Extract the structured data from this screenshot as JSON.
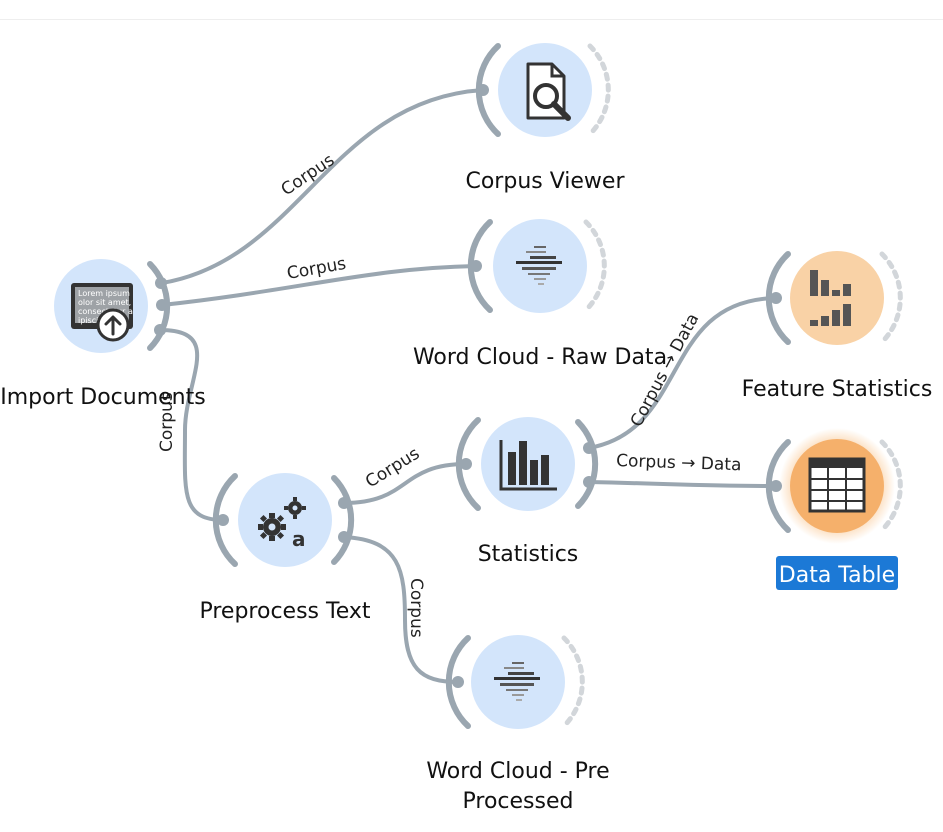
{
  "nodes": {
    "import_documents": {
      "label": "Import Documents",
      "icon": "import-documents-icon",
      "icon_text": [
        "Lorem ipsum",
        "olor sit amet,",
        "consectetur a",
        "ipiscing"
      ]
    },
    "corpus_viewer": {
      "label": "Corpus Viewer",
      "icon": "document-search-icon"
    },
    "word_cloud_raw": {
      "label": "Word Cloud - Raw Data",
      "icon": "word-cloud-icon"
    },
    "preprocess_text": {
      "label": "Preprocess Text",
      "icon": "gears-text-icon",
      "icon_text": "a"
    },
    "statistics": {
      "label": "Statistics",
      "icon": "bar-chart-icon"
    },
    "feature_statistics": {
      "label": "Feature Statistics",
      "icon": "feature-statistics-icon"
    },
    "data_table": {
      "label": "Data Table",
      "icon": "table-icon",
      "selected": true
    },
    "word_cloud_pre": {
      "label_line1": "Word Cloud - Pre",
      "label_line2": "Processed",
      "icon": "word-cloud-icon"
    }
  },
  "links": [
    {
      "from": "import_documents",
      "to": "corpus_viewer",
      "label": "Corpus"
    },
    {
      "from": "import_documents",
      "to": "word_cloud_raw",
      "label": "Corpus"
    },
    {
      "from": "import_documents",
      "to": "preprocess_text",
      "label": "Corpus"
    },
    {
      "from": "preprocess_text",
      "to": "statistics",
      "label": "Corpus"
    },
    {
      "from": "preprocess_text",
      "to": "word_cloud_pre",
      "label": "Corpus"
    },
    {
      "from": "statistics",
      "to": "feature_statistics",
      "label": "Corpus → Data"
    },
    {
      "from": "statistics",
      "to": "data_table",
      "label": "Corpus → Data"
    }
  ],
  "colors": {
    "node_blue": "#d3e5fb",
    "node_orange": "#f9d2a6",
    "link": "#9aa6b0",
    "selection": "#1c79d6"
  }
}
